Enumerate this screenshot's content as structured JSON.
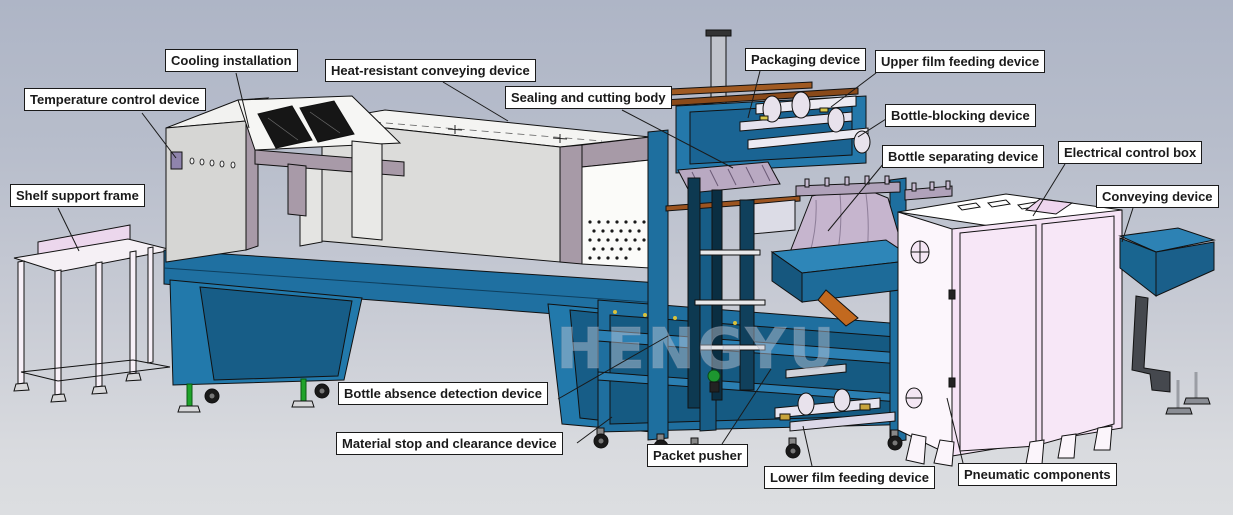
{
  "watermark": "HENGYU",
  "labels": [
    {
      "id": "cooling-installation",
      "text": "Cooling installation"
    },
    {
      "id": "temperature-control-device",
      "text": "Temperature control device"
    },
    {
      "id": "shelf-support-frame",
      "text": "Shelf support frame"
    },
    {
      "id": "heat-resistant-conveying-device",
      "text": "Heat-resistant conveying device"
    },
    {
      "id": "sealing-and-cutting-body",
      "text": "Sealing and cutting body"
    },
    {
      "id": "packaging-device",
      "text": "Packaging device"
    },
    {
      "id": "upper-film-feeding-device",
      "text": "Upper film feeding device"
    },
    {
      "id": "bottle-blocking-device",
      "text": "Bottle-blocking device"
    },
    {
      "id": "bottle-separating-device",
      "text": "Bottle separating device"
    },
    {
      "id": "electrical-control-box",
      "text": "Electrical control box"
    },
    {
      "id": "conveying-device",
      "text": "Conveying device"
    },
    {
      "id": "bottle-absence-detection-device",
      "text": "Bottle absence detection device"
    },
    {
      "id": "material-stop-and-clearance-device",
      "text": "Material stop and clearance device"
    },
    {
      "id": "packet-pusher",
      "text": "Packet pusher"
    },
    {
      "id": "lower-film-feeding-device",
      "text": "Lower film feeding device"
    },
    {
      "id": "pneumatic-components",
      "text": "Pneumatic components"
    }
  ],
  "colors": {
    "background_top": "#AEB5C6",
    "background_bottom": "#DCDEE1",
    "machine_blue": "#1F70A1",
    "machine_blue_dark": "#155A82",
    "machine_blue_light": "#2B80B2",
    "tunnel_gray": "#DCDCDA",
    "trim_mauve": "#A79AA7",
    "cabinet_pink": "#F5E3F5",
    "shelf_pink": "#ECD7ED",
    "rod_brown": "#9C5420",
    "chute_lavender": "#C6B5CE",
    "label_background": "#FFFFFF",
    "label_border": "#1A1A1A",
    "watermark_gray": "#C6CDDA"
  }
}
